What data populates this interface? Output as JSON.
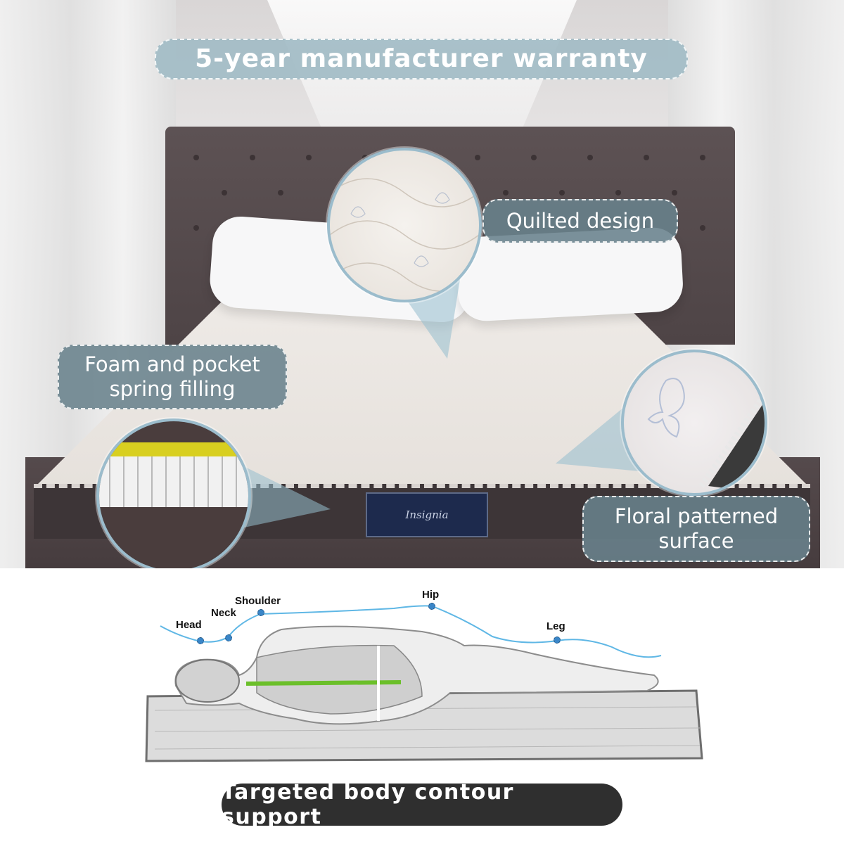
{
  "photo": {
    "warranty": "5-year manufacturer warranty",
    "quilted": "Quilted design",
    "foam_line1": "Foam and pocket",
    "foam_line2": "spring filling",
    "floral_line1": "Floral patterned",
    "floral_line2": "surface",
    "brand": "Insignia"
  },
  "diagram": {
    "labels": {
      "head": "Head",
      "neck": "Neck",
      "shoulder": "Shoulder",
      "hip": "Hip",
      "leg": "Leg"
    },
    "caption": "Targeted body contour support"
  },
  "colors": {
    "callout_light": "#a2bcc6",
    "callout_dark": "#69828c",
    "contour_line": "#5fb7e5",
    "spine_line": "#6bbf2a",
    "caption_bg": "#2f2f2f"
  }
}
